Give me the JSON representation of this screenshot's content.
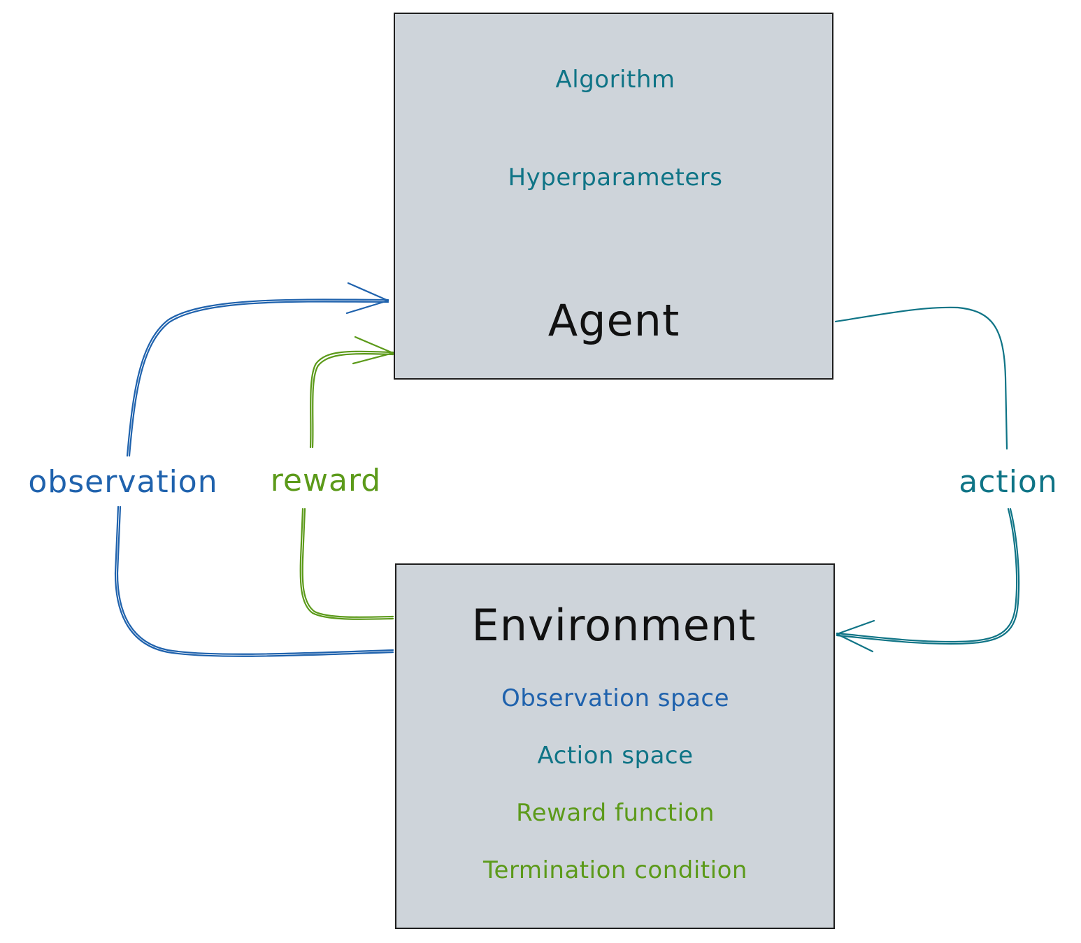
{
  "agent": {
    "title": "Agent",
    "items": [
      "Algorithm",
      "Hyperparameters"
    ]
  },
  "environment": {
    "title": "Environment",
    "items": [
      "Observation space",
      "Action space",
      "Reward function",
      "Termination condition"
    ]
  },
  "edges": {
    "observation": "observation",
    "reward": "reward",
    "action": "action"
  },
  "colors": {
    "box_fill": "#ced4da",
    "box_stroke": "#1e1e1e",
    "observation": "#1f62ad",
    "action": "#0f7486",
    "reward": "#5c9a1a",
    "title": "#111111"
  }
}
